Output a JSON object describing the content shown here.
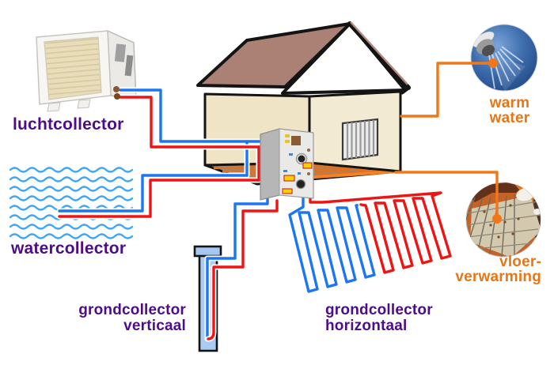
{
  "title": "Warmtepomp collectoren diagram",
  "labels": {
    "air": "luchtcollector",
    "water": "watercollector",
    "ground_v1": "grondcollector",
    "ground_v2": "verticaal",
    "ground_h1": "grondcollector",
    "ground_h2": "horizontaal",
    "warm1": "warm",
    "warm2": "water",
    "floor1": "vloer-",
    "floor2": "verwarming"
  },
  "colors": {
    "label_purple": "#4c0d87",
    "label_orange": "#e87615",
    "pipe_blue": "#1b76f2",
    "pipe_red": "#ee1414",
    "pipe_orange": "#f07818",
    "wave_blue": "#3ea6f6",
    "roof_brown": "#ab8175",
    "wall_cream": "#f0e4c6",
    "floor_brown": "#9a8678",
    "floor_pipe_orange": "#e2701d",
    "borehole_fill": "#aaccf4",
    "shower_blue": "#2a5598"
  },
  "components": {
    "air_collector": "outdoor air collector unit",
    "water_collector": "open water with wavy surface lines",
    "ground_vertical": "vertical borehole collector",
    "ground_horizontal": "horizontal ground loop field",
    "heat_pump": "indoor heat pump unit",
    "house": "cutaway house with radiator and floor heating",
    "warm_water": "shower photo circle",
    "floor_heating": "floor heating photo circle"
  }
}
